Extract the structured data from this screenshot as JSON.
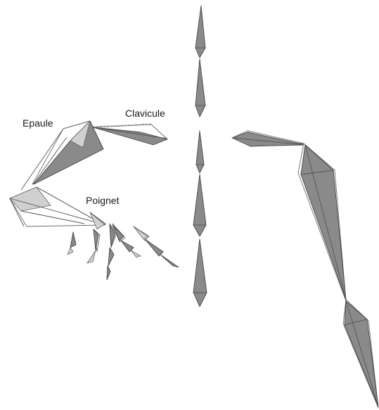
{
  "labels": {
    "shoulder": "Epaule",
    "clavicle": "Clavicule",
    "wrist": "Poignet"
  },
  "colors": {
    "bone_fill": "#8a8a8a",
    "bone_light": "#d0d0d0",
    "outline": "#444444",
    "background": "#ffffff"
  }
}
